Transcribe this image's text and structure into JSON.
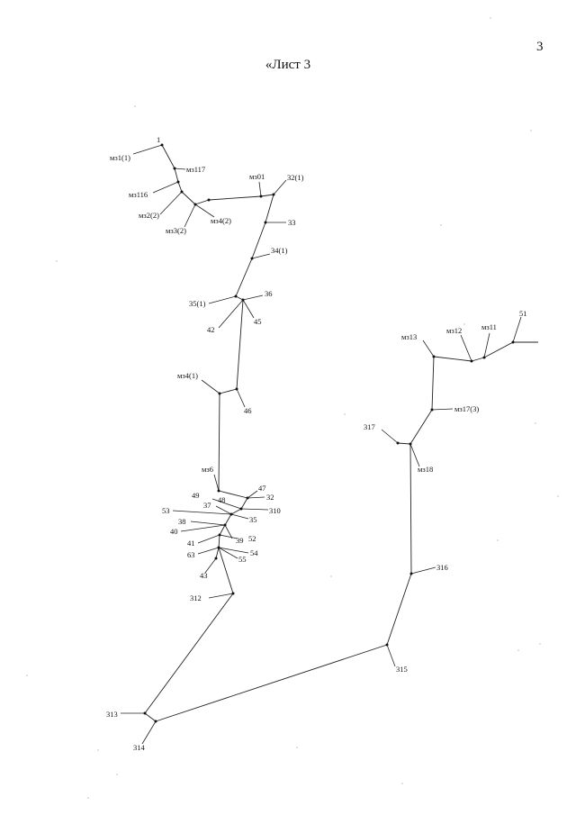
{
  "page": {
    "number": "3",
    "title": "«Лист 3"
  },
  "tree": {
    "labels": {
      "l1": "1",
      "mz1_1": "мз1(1)",
      "mz117": "мз117",
      "mz116": "мз116",
      "mz2_2": "мз2(2)",
      "mz3_2": "мз3(2)",
      "mz4_2": "мз4(2)",
      "mz01": "мз01",
      "l32_1": "32(1)",
      "l33": "33",
      "l34_1": "34(1)",
      "l35_1": "35(1)",
      "l36": "36",
      "l42": "42",
      "l45": "45",
      "mz4_1": "мз4(1)",
      "l46": "46",
      "mz6": "мз6",
      "l47": "47",
      "l32": "32",
      "l49": "49",
      "l48": "48",
      "l310": "310",
      "l37": "37",
      "l53": "53",
      "l35": "35",
      "l38": "38",
      "l40": "40",
      "l39": "39",
      "l52": "52",
      "l41": "41",
      "l54": "54",
      "l63": "63",
      "l55": "55",
      "l43": "43",
      "l312": "312",
      "l313": "313",
      "l314": "314",
      "l315": "315",
      "l316": "316",
      "l317": "317",
      "mz18": "мз18",
      "mz17_3": "мз17(3)",
      "mz13": "мз13",
      "mz12": "мз12",
      "mz11": "мз11",
      "l51": "51"
    }
  }
}
